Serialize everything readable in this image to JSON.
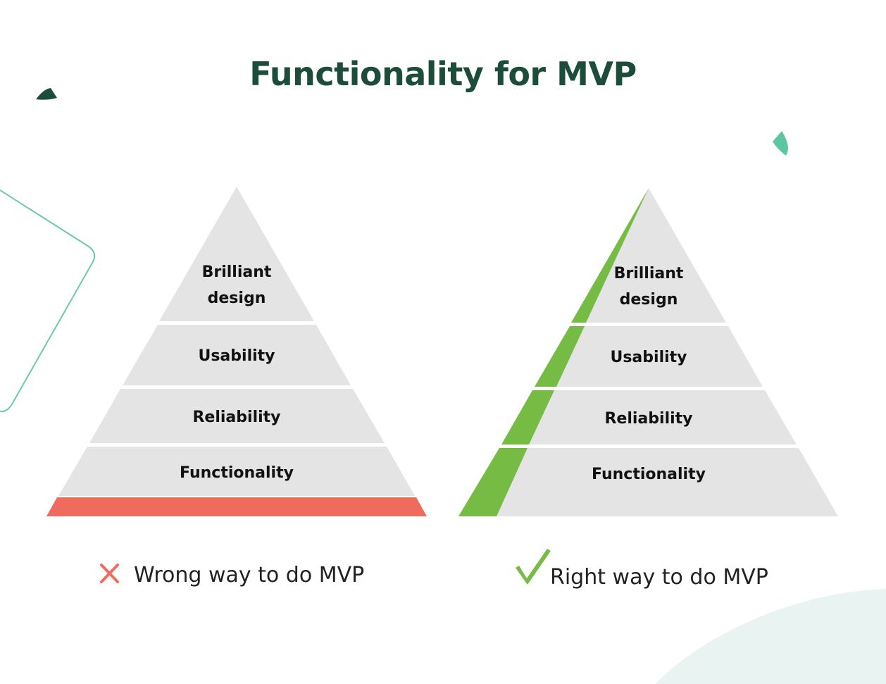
{
  "title": "Functionality for MVP",
  "colors": {
    "title": "#1b4d3a",
    "tier_fill": "#e4e4e4",
    "tier_text": "#111111",
    "wrong_accent": "#ee6b5e",
    "right_accent": "#76bb43",
    "decor_dark": "#1b4d3a",
    "decor_teal": "#5cc6a2",
    "decor_outline": "#6cc9ad",
    "decor_blob": "#e9f3f1",
    "caption_text": "#222222"
  },
  "icons": {
    "wrong": "cross-icon",
    "right": "checkmark-icon"
  },
  "pyramids": {
    "wrong": {
      "tiers": [
        {
          "line1": "Brilliant",
          "line2": "design"
        },
        {
          "line1": "Usability"
        },
        {
          "line1": "Reliability"
        },
        {
          "line1": "Functionality"
        }
      ],
      "caption": "Wrong way to do MVP"
    },
    "right": {
      "tiers": [
        {
          "line1": "Brilliant",
          "line2": "design"
        },
        {
          "line1": "Usability"
        },
        {
          "line1": "Reliability"
        },
        {
          "line1": "Functionality"
        }
      ],
      "caption": "Right way to do MVP"
    }
  }
}
